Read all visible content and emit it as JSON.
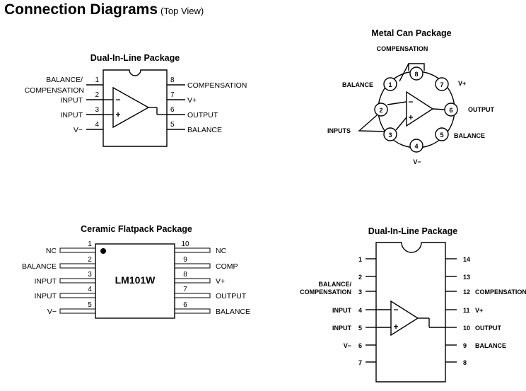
{
  "header": {
    "title": "Connection Diagrams",
    "subtitle": "(Top View)"
  },
  "dip8": {
    "title": "Dual-In-Line Package",
    "pins": [
      "1",
      "2",
      "3",
      "4",
      "5",
      "6",
      "7",
      "8"
    ],
    "left_labels": [
      "BALANCE/",
      "COMPENSATION",
      "INPUT",
      "INPUT",
      "V−"
    ],
    "right_labels": [
      "COMPENSATION",
      "V+",
      "OUTPUT",
      "BALANCE"
    ],
    "opamp_minus": "−",
    "opamp_plus": "+"
  },
  "metal_can": {
    "title": "Metal Can Package",
    "pins": [
      "1",
      "2",
      "3",
      "4",
      "5",
      "6",
      "7",
      "8"
    ],
    "labels": {
      "compensation": "COMPENSATION",
      "balance_left": "BALANCE",
      "vplus": "V+",
      "output": "OUTPUT",
      "inputs": "INPUTS",
      "balance_right": "BALANCE",
      "vminus": "V−"
    },
    "opamp_minus": "−",
    "opamp_plus": "+"
  },
  "flatpack": {
    "title": "Ceramic Flatpack Package",
    "part": "LM101W",
    "pins": [
      "1",
      "2",
      "3",
      "4",
      "5",
      "6",
      "7",
      "8",
      "9",
      "10"
    ],
    "left_labels": [
      "NC",
      "BALANCE",
      "INPUT",
      "INPUT",
      "V−"
    ],
    "right_labels": [
      "NC",
      "COMP",
      "V+",
      "OUTPUT",
      "BALANCE"
    ]
  },
  "dip14": {
    "title": "Dual-In-Line Package",
    "left_pins": [
      "1",
      "2",
      "3",
      "4",
      "5",
      "6",
      "7"
    ],
    "right_pins": [
      "14",
      "13",
      "12",
      "11",
      "10",
      "9",
      "8"
    ],
    "left_labels": [
      "BALANCE/",
      "COMPENSATION",
      "INPUT",
      "INPUT",
      "V−"
    ],
    "right_labels": [
      "COMPENSATION",
      "V+",
      "OUTPUT",
      "BALANCE"
    ],
    "opamp_minus": "−",
    "opamp_plus": "+"
  }
}
